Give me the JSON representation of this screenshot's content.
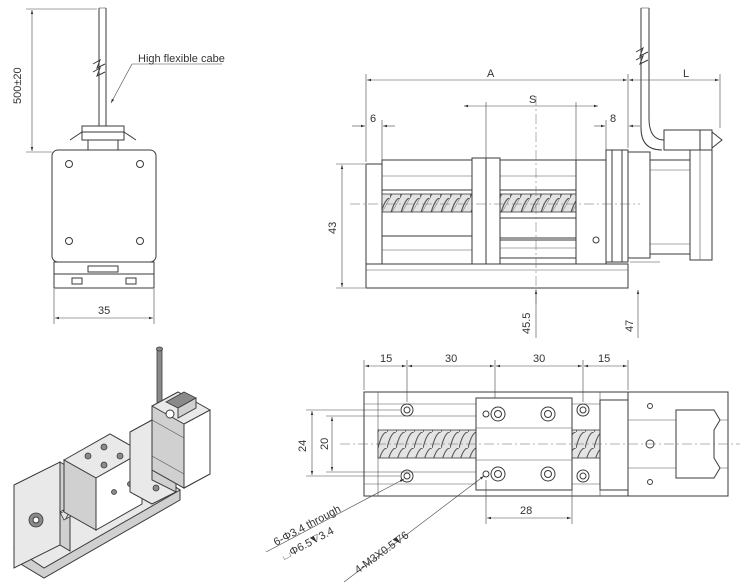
{
  "front_view": {
    "cable_note": "High flexible cabe",
    "cable_length": "500±20",
    "width": "35"
  },
  "side_view": {
    "dims": {
      "A": "A",
      "L": "L",
      "S": "S",
      "left_gap": "6",
      "right_gap": "8",
      "height": "43",
      "center_height": "45.5",
      "motor_height": "47"
    }
  },
  "top_view": {
    "dims": {
      "p1": "15",
      "p2": "30",
      "p3": "30",
      "p4": "15",
      "outer": "24",
      "inner": "20",
      "carriage": "28"
    },
    "hole_note_line1": "6-Φ3.4 through",
    "hole_note_line2": "⌴Φ6.5⧨3.4",
    "thread_note": "4-M3X0.5⧨6"
  }
}
